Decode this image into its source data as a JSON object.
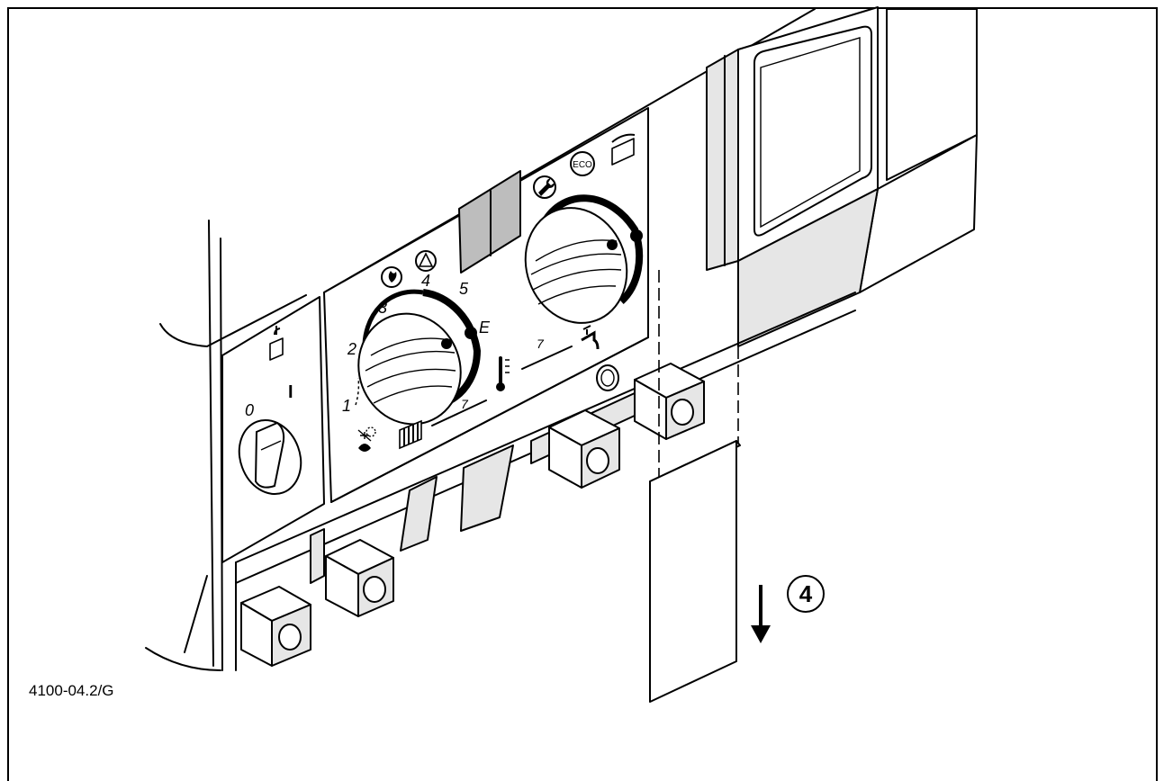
{
  "figure_code": "4100-04.2/G",
  "step_number": "4",
  "main_switch": {
    "off_label": "0",
    "on_label": "I"
  },
  "heating_dial": {
    "scale": [
      "1",
      "2",
      "3",
      "4",
      "5",
      "E"
    ],
    "min_mark": "7"
  },
  "hot_water_dial": {
    "min_mark": "7"
  },
  "icons": [
    "power-standby-icon",
    "burner-icon",
    "warning-triangle-icon",
    "frost-protection-icon",
    "radiator-icon",
    "thermometer-icon",
    "wrench-icon",
    "eco-icon",
    "display-icon",
    "tap-icon"
  ],
  "icon_text": {
    "eco": "ECO"
  }
}
